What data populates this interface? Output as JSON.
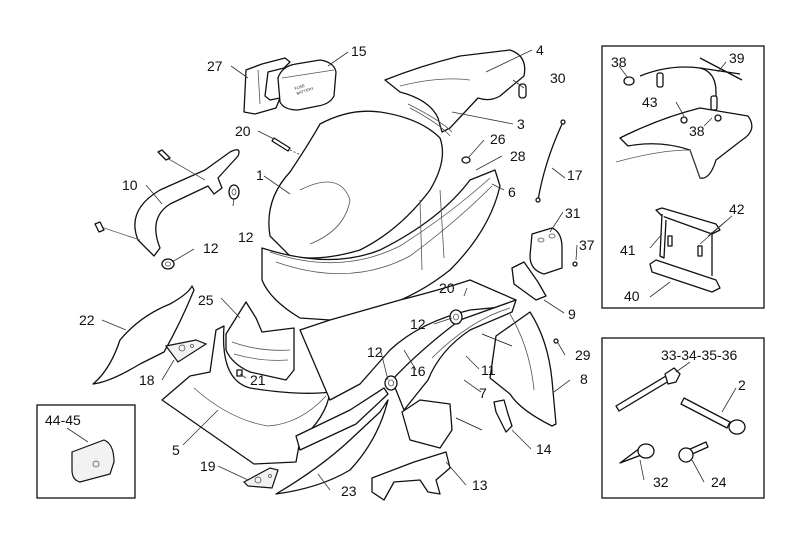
{
  "diagram": {
    "title": "Exploded parts diagram - scooter body rear section / saddle",
    "part_15_marking": [
      "FUSE",
      "BATTERY"
    ],
    "callouts": {
      "c1": "1",
      "c2": "2",
      "c3": "3",
      "c4": "4",
      "c5": "5",
      "c6": "6",
      "c7": "7",
      "c8": "8",
      "c9": "9",
      "c10": "10",
      "c11": "11",
      "c12a": "12",
      "c12b": "12",
      "c12c": "12",
      "c12d": "12",
      "c13": "13",
      "c14": "14",
      "c15": "15",
      "c16": "16",
      "c17": "17",
      "c18": "18",
      "c19": "19",
      "c20a": "20",
      "c20b": "20",
      "c21": "21",
      "c22": "22",
      "c23": "23",
      "c24": "24",
      "c25": "25",
      "c26": "26",
      "c27": "27",
      "c28": "28",
      "c29": "29",
      "c30": "30",
      "c31": "31",
      "c32": "32",
      "c33_36": "33-34-35-36",
      "c37": "37",
      "c38a": "38",
      "c38b": "38",
      "c39": "39",
      "c40": "40",
      "c41": "41",
      "c42": "42",
      "c43": "43",
      "c44_45": "44-45"
    },
    "insets": [
      {
        "name": "rear-rack-inset",
        "parts": [
          "38",
          "39",
          "43",
          "38",
          "42",
          "41",
          "40"
        ]
      },
      {
        "name": "screws-inset",
        "parts": [
          "33-34-35-36",
          "2",
          "32",
          "24"
        ]
      },
      {
        "name": "clip-inset",
        "parts": [
          "44-45"
        ]
      }
    ]
  }
}
